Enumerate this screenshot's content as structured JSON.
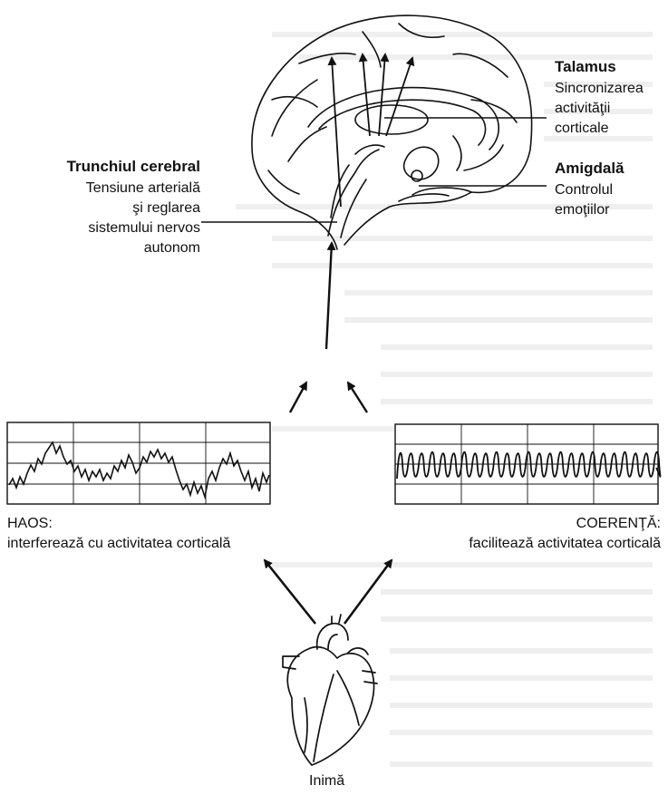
{
  "labels": {
    "talamus": {
      "title": "Talamus",
      "lines": [
        "Sincronizarea",
        "activităţii",
        "corticale"
      ]
    },
    "amigdala": {
      "title": "Amigdală",
      "lines": [
        "Controlul",
        "emoţiilor"
      ]
    },
    "trunchi": {
      "title": "Trunchiul cerebral",
      "lines": [
        "Tensiune arterială",
        "şi reglarea",
        "sistemului nervos",
        "autonom"
      ]
    },
    "haos": {
      "title": "HAOS:",
      "desc": "interferează cu activitatea corticală"
    },
    "coerenta": {
      "title": "COERENŢĂ:",
      "desc": "facilitează activitatea corticală"
    },
    "inima": "Inimă"
  },
  "colors": {
    "ink": "#111111",
    "faint_bg_text": "#ececec"
  }
}
